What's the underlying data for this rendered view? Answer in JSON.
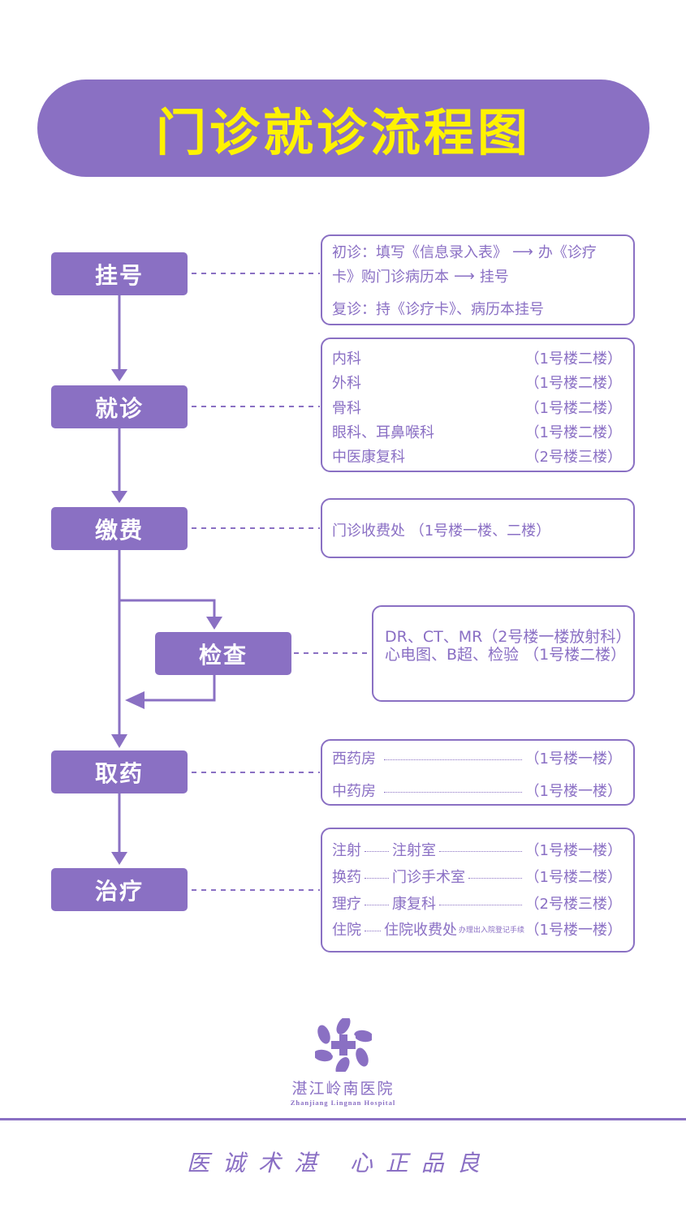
{
  "title": "门诊就诊流程图",
  "colors": {
    "primary": "#8a70c3",
    "title_text": "#fff200",
    "step_text": "#ffffff",
    "info_text": "#8a6fc4"
  },
  "steps": [
    {
      "label": "挂号"
    },
    {
      "label": "就诊"
    },
    {
      "label": "缴费"
    },
    {
      "label": "检查"
    },
    {
      "label": "取药"
    },
    {
      "label": "治疗"
    }
  ],
  "registration": {
    "line1": "初诊：填写《信息录入表》",
    "line1_after": "办《诊疗",
    "line2": "卡》购门诊病历本",
    "line2_after": "挂号",
    "line3": "复诊：持《诊疗卡》、病历本挂号"
  },
  "departments": [
    {
      "name": "内科",
      "location": "（1号楼二楼）"
    },
    {
      "name": "外科",
      "location": "（1号楼二楼）"
    },
    {
      "name": "骨科",
      "location": "（1号楼二楼）"
    },
    {
      "name": "眼科、耳鼻喉科",
      "location": "（1号楼二楼）"
    },
    {
      "name": "中医康复科",
      "location": "（2号楼三楼）"
    }
  ],
  "payment": {
    "text": "门诊收费处 （1号楼一楼、二楼）"
  },
  "examination": {
    "text": "DR、CT、MR（2号楼一楼放射科）心电图、B超、检验 （1号楼二楼）"
  },
  "pharmacy": [
    {
      "name": "西药房",
      "location": "（1号楼一楼）"
    },
    {
      "name": "中药房",
      "location": "（1号楼一楼）"
    }
  ],
  "treatment": [
    {
      "type": "注射",
      "place": "注射室",
      "note": "",
      "location": "（1号楼一楼）"
    },
    {
      "type": "换药",
      "place": "门诊手术室",
      "note": "",
      "location": "（1号楼二楼）"
    },
    {
      "type": "理疗",
      "place": "康复科",
      "note": "",
      "location": "（2号楼三楼）"
    },
    {
      "type": "住院",
      "place": "住院收费处",
      "note": "办理出入院登记手续",
      "location": "（1号楼一楼）"
    }
  ],
  "logo": {
    "name_cn": "湛江岭南医院",
    "name_en": "Zhanjiang Lingnan Hospital",
    "icon": "hospital-leaf-logo-icon"
  },
  "slogan": "医诚术湛 心正品良"
}
